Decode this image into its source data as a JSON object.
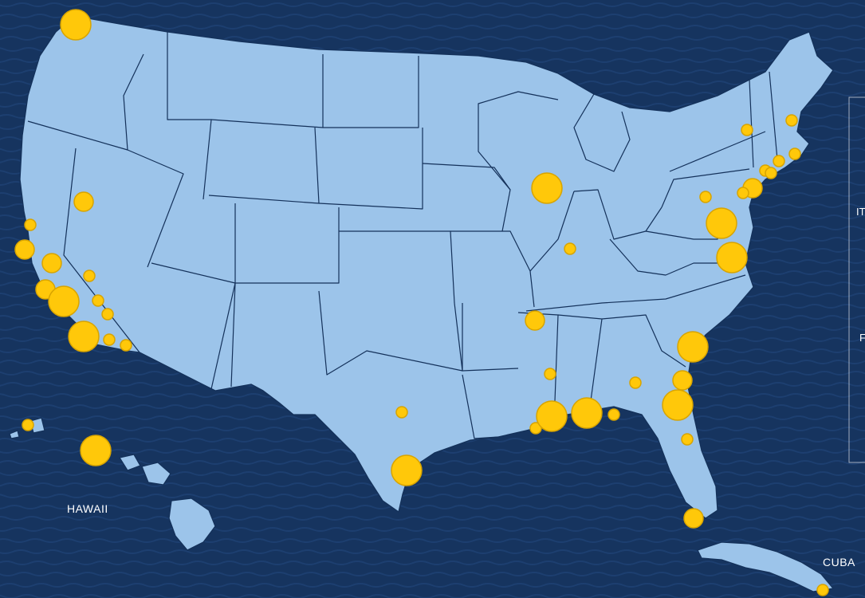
{
  "map": {
    "labels": {
      "hawaii": "HAWAII",
      "cuba": "CUBA"
    },
    "legend_fragments": [
      "IT",
      "F"
    ],
    "colors": {
      "ocean": "#16345f",
      "ocean_wave": "#1d3f70",
      "land": "#9cc4ea",
      "border": "#14315a",
      "marker_fill": "#ffc80a",
      "marker_stroke": "#d8a400"
    },
    "marker_size_tiers": [
      "small",
      "medium",
      "large"
    ]
  }
}
